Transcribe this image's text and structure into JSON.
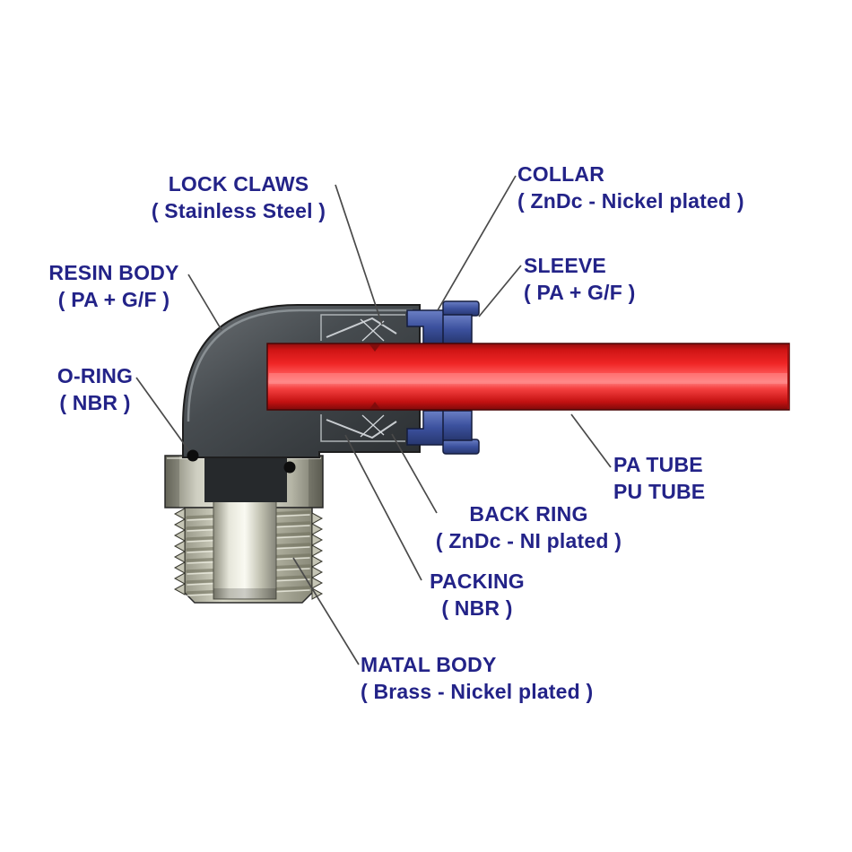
{
  "diagram": {
    "type": "technical-cross-section",
    "subject": "Push-in pneumatic elbow fitting cutaway",
    "labels": {
      "lock_claws": {
        "line1": "LOCK CLAWS",
        "line2": "( Stainless Steel )"
      },
      "collar": {
        "line1": "COLLAR",
        "line2": "( ZnDc - Nickel plated )"
      },
      "sleeve": {
        "line1": "SLEEVE",
        "line2": "( PA + G/F )"
      },
      "resin_body": {
        "line1": "RESIN BODY",
        "line2": "( PA + G/F )"
      },
      "o_ring": {
        "line1": "O-RING",
        "line2": "( NBR )"
      },
      "tube": {
        "line1": "PA TUBE",
        "line2": "PU TUBE"
      },
      "back_ring": {
        "line1": "BACK RING",
        "line2": "( ZnDc - NI plated )"
      },
      "packing": {
        "line1": "PACKING",
        "line2": "( NBR )"
      },
      "metal_body": {
        "line1": "MATAL BODY",
        "line2": "( Brass - Nickel plated )"
      }
    },
    "colors": {
      "label_text": "#232388",
      "leader_line": "#4a4a4a",
      "tube_red": "#e32020",
      "sleeve_blue": "#3c519e",
      "resin_dark": "#3a3f43",
      "metal_light": "#d9d9cc",
      "background": "#ffffff"
    }
  }
}
